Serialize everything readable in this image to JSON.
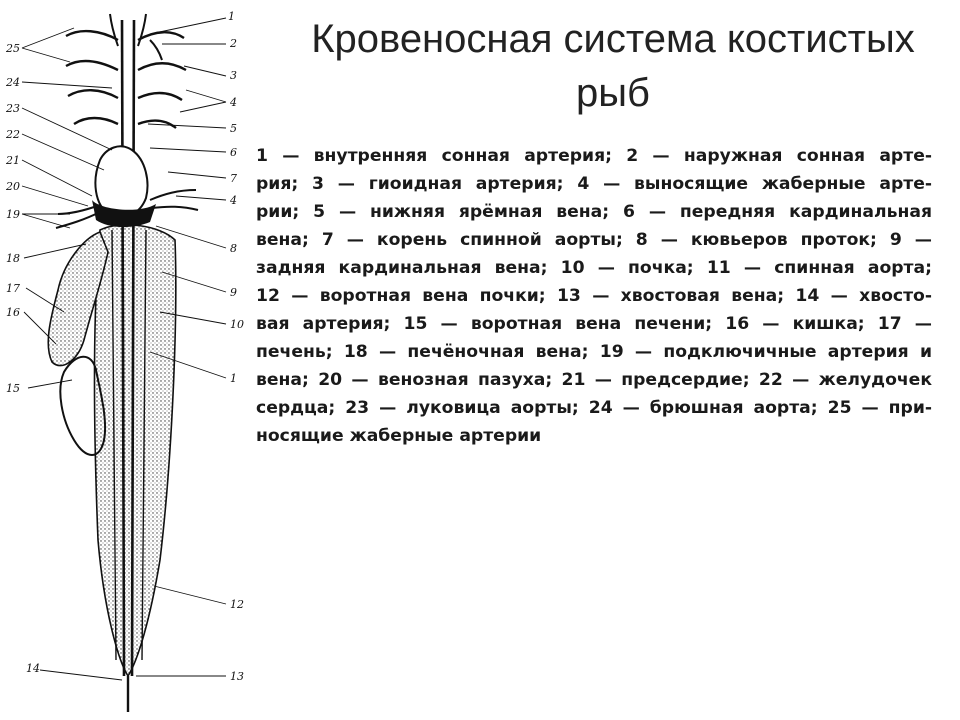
{
  "title": {
    "line1": "Кровеносная система костистых",
    "line2": "рыб"
  },
  "legend_lines": [
    "1 — внутренняя сонная артерия; 2 — наружная сонная арте-",
    "рия; 3 — гиоидная артерия; 4 — выносящие жаберные арте-",
    "рии; 5 — нижняя ярёмная вена; 6 — передняя кардинальная",
    "вена; 7 — корень спинной аорты; 8 — кювьеров проток; 9 —",
    "задняя кардинальная вена; 10 — почка; 11 — спинная аорта;",
    "12 — воротная вена почки; 13 — хвостовая вена; 14 — хвосто-",
    "вая артерия; 15 — воротная вена печени; 16 — кишка; 17 —",
    "печень; 18 — печёночная вена; 19 — подключичные артерия и",
    "вена; 20 — венозная пазуха; 21 — предсердие; 22 — желудочек",
    "сердца; 23 — луковица аорты; 24 — брюшная аорта; 25 — при-",
    "носящие жаберные артерии"
  ],
  "diagram_labels": {
    "l1": "1",
    "l2": "2",
    "l3": "3",
    "l4a": "4",
    "l4b": "4",
    "l5": "5",
    "l6": "6",
    "l7": "7",
    "l8": "8",
    "l9": "9",
    "l10": "10",
    "l11": "1",
    "l12": "12",
    "l13": "13",
    "l14": "14",
    "l15": "15",
    "l16": "16",
    "l17": "17",
    "l18": "18",
    "l19": "19",
    "l20": "20",
    "l21": "21",
    "l22": "22",
    "l23": "23",
    "l24": "24",
    "l25": "25"
  }
}
